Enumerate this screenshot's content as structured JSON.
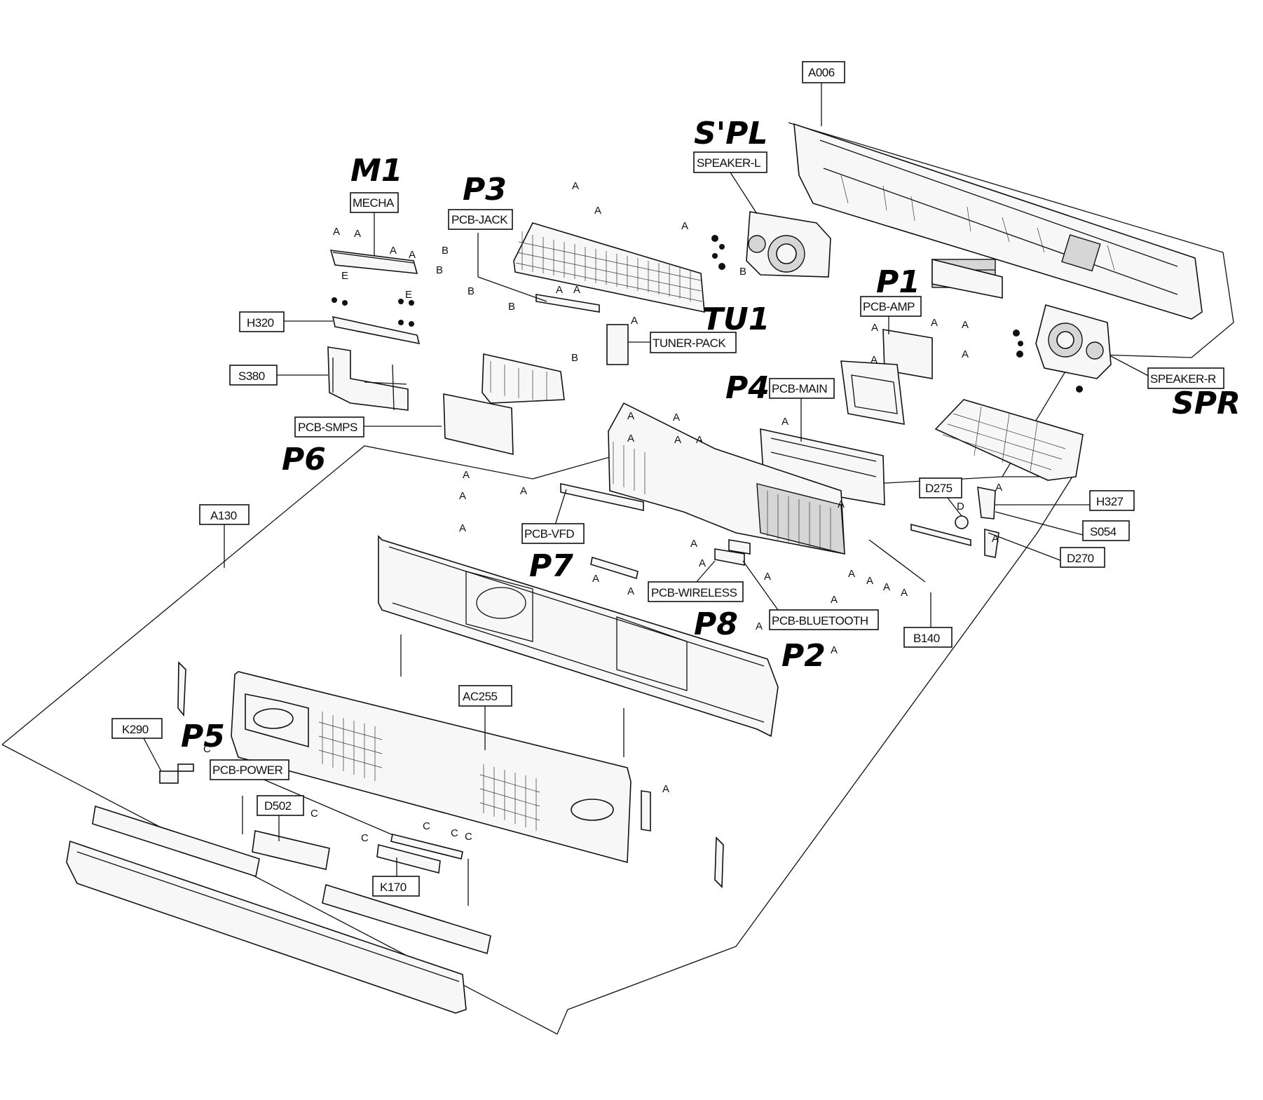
{
  "diagram": {
    "part_labels": {
      "A006": "A006",
      "SPEAKER_L": "SPEAKER-L",
      "MECHA": "MECHA",
      "PCB_JACK": "PCB-JACK",
      "H320": "H320",
      "TUNER_PACK": "TUNER-PACK",
      "PCB_AMP": "PCB-AMP",
      "S380": "S380",
      "PCB_SMPS": "PCB-SMPS",
      "PCB_MAIN": "PCB-MAIN",
      "SPEAKER_R": "SPEAKER-R",
      "D275": "D275",
      "H327": "H327",
      "S054": "S054",
      "D270": "D270",
      "A130": "A130",
      "PCB_VFD": "PCB-VFD",
      "PCB_WIRELESS": "PCB-WIRELESS",
      "PCB_BLUETOOTH": "PCB-BLUETOOTH",
      "B140": "B140",
      "AC255": "AC255",
      "K290": "K290",
      "PCB_POWER": "PCB-POWER",
      "D502": "D502",
      "K170": "K170"
    },
    "handwritten": {
      "M1": "M1",
      "P3": "P3",
      "SPL": "S'PL",
      "TU1": "TU1",
      "P1": "P1",
      "P4": "P4",
      "P6": "P6",
      "SPR": "SPR",
      "P7": "P7",
      "P8": "P8",
      "P2": "P2",
      "P5": "P5"
    },
    "screw_marks": {
      "A": "A",
      "B": "B",
      "C": "C",
      "D": "D",
      "E": "E"
    }
  }
}
